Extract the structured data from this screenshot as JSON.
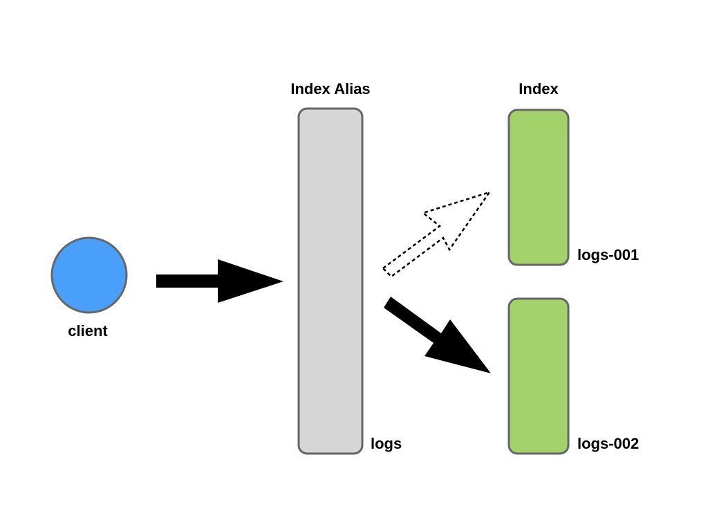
{
  "headings": {
    "alias": "Index Alias",
    "index": "Index"
  },
  "nodes": {
    "client": {
      "label": "client",
      "color": "#4a9ffa"
    },
    "alias": {
      "label": "logs",
      "color": "#d6d6d6"
    },
    "index_1": {
      "label": "logs-001",
      "color": "#a3d16a"
    },
    "index_2": {
      "label": "logs-002",
      "color": "#a3d16a"
    }
  },
  "edges": [
    {
      "from": "client",
      "to": "alias",
      "style": "solid"
    },
    {
      "from": "alias",
      "to": "index_1",
      "style": "dashed-outline"
    },
    {
      "from": "alias",
      "to": "index_2",
      "style": "solid"
    }
  ],
  "colors": {
    "border": "#666666",
    "arrow": "#000000"
  }
}
